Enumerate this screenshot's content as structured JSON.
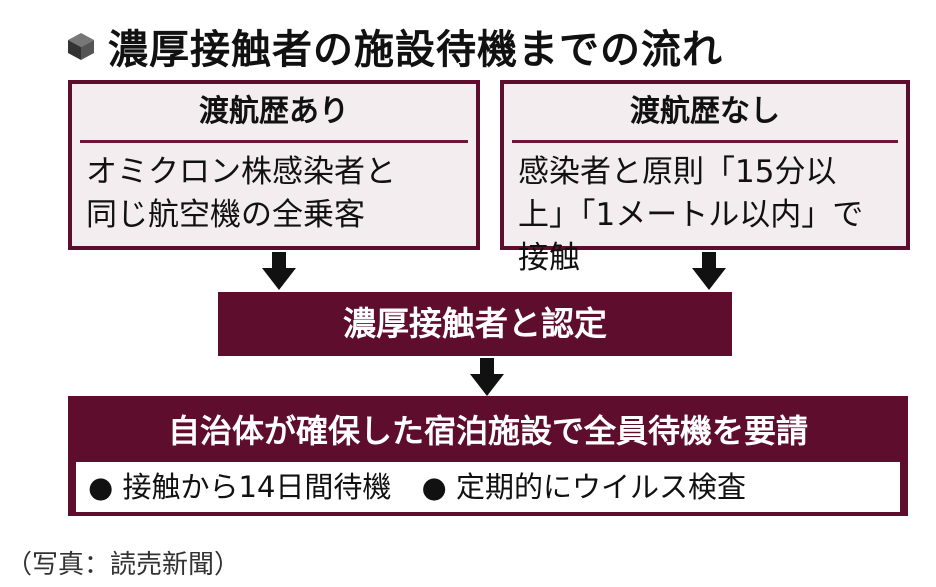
{
  "title": "濃厚接触者の施設待機までの流れ",
  "left_box": {
    "heading": "渡航歴あり",
    "lines": [
      "オミクロン株感染者と",
      "同じ航空機の全乗客"
    ]
  },
  "right_box": {
    "heading": "渡航歴なし",
    "lines": [
      "感染者と原則「15分以",
      "上」「1メートル以内」で接触"
    ]
  },
  "middle": "濃厚接触者と認定",
  "bottom": {
    "heading": "自治体が確保した宿泊施設で全員待機を要請",
    "items": [
      "接触から14日間待機",
      "定期的にウイルス検査"
    ]
  },
  "caption": "（写真：読売新聞）",
  "colors": {
    "accent": "#5e0d2c",
    "box_fill": "#f4edef"
  }
}
